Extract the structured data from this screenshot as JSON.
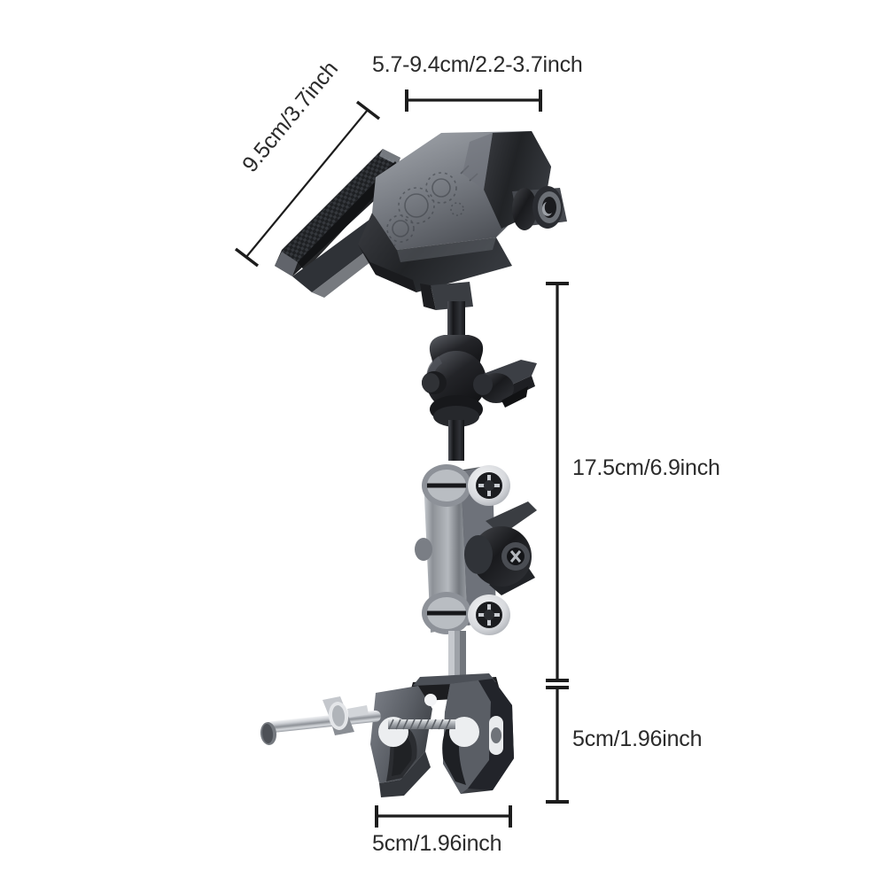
{
  "page": {
    "type": "product-dimension-diagram",
    "background_color": "#ffffff",
    "line_color": "#1c1c1c",
    "text_color": "#2b2b2b"
  },
  "product": {
    "name": "phone-holder-mount-with-super-clamp",
    "parts": [
      {
        "name": "phone-clamp-holder",
        "color": "#6b6e73"
      },
      {
        "name": "rubber-grip-pad",
        "color": "#2a2a2c"
      },
      {
        "name": "holder-tighten-knob",
        "color": "#1f1f21"
      },
      {
        "name": "ball-head-joint",
        "color": "#202023"
      },
      {
        "name": "ball-head-lever",
        "color": "#2c2c30"
      },
      {
        "name": "magic-arm",
        "color": "#9a9ea3"
      },
      {
        "name": "magic-arm-wing-knob",
        "color": "#1e1e20"
      },
      {
        "name": "super-clamp",
        "color": "#5e6166"
      },
      {
        "name": "clamp-t-handle-rod",
        "color": "#b9bcc0"
      }
    ]
  },
  "dimensions": {
    "width": {
      "label": "5.7-9.4cm/2.2-3.7inch",
      "measures": "phone-holder-opening-width",
      "cm_min": 5.7,
      "cm_max": 9.4,
      "inch_min": 2.2,
      "inch_max": 3.7
    },
    "depth": {
      "label": "9.5cm/3.7inch",
      "measures": "phone-holder-arm-length",
      "cm": 9.5,
      "inch": 3.7
    },
    "height": {
      "label": "17.5cm/6.9inch",
      "measures": "mount-height-above-clamp",
      "cm": 17.5,
      "inch": 6.9
    },
    "clamp_height": {
      "label": "5cm/1.96inch",
      "measures": "super-clamp-height",
      "cm": 5,
      "inch": 1.96
    },
    "clamp_width": {
      "label": "5cm/1.96inch",
      "measures": "super-clamp-width",
      "cm": 5,
      "inch": 1.96
    }
  }
}
